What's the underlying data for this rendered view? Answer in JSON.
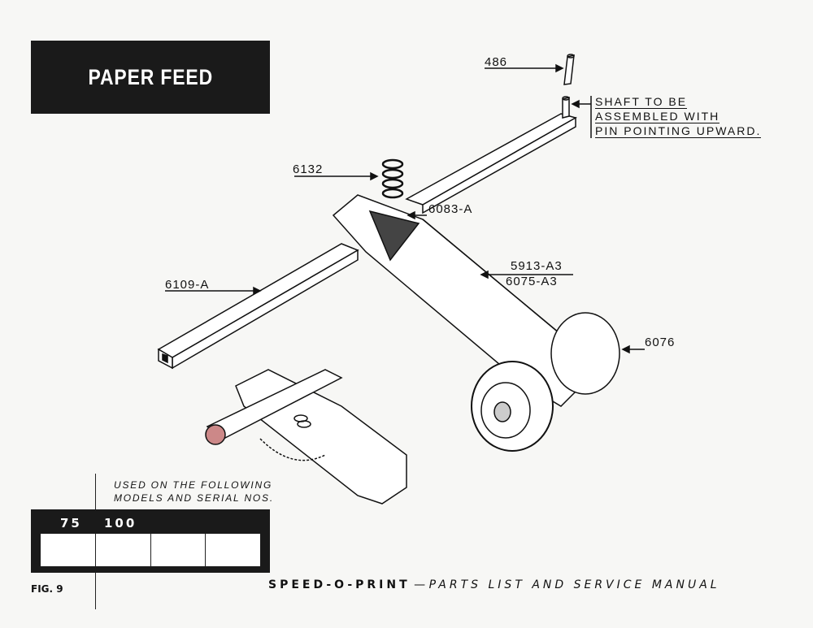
{
  "title": "PAPER FEED",
  "parts": {
    "p486": "486",
    "p6132": "6132",
    "p6083a": "6083-A",
    "p5913a3": "5913-A3",
    "p6075a3": "6075-A3",
    "p6109a": "6109-A",
    "p6076": "6076"
  },
  "note": [
    "SHAFT TO BE",
    "ASSEMBLED WITH",
    "PIN POINTING UPWARD."
  ],
  "models": {
    "caption": [
      "USED ON THE FOLLOWING",
      "MODELS AND SERIAL NOS."
    ],
    "numbers": [
      "75",
      "100"
    ]
  },
  "figure": "FIG. 9",
  "footer": {
    "brand": "SPEED-O-PRINT",
    "dash": "—",
    "rest": "PARTS LIST AND SERVICE MANUAL"
  }
}
